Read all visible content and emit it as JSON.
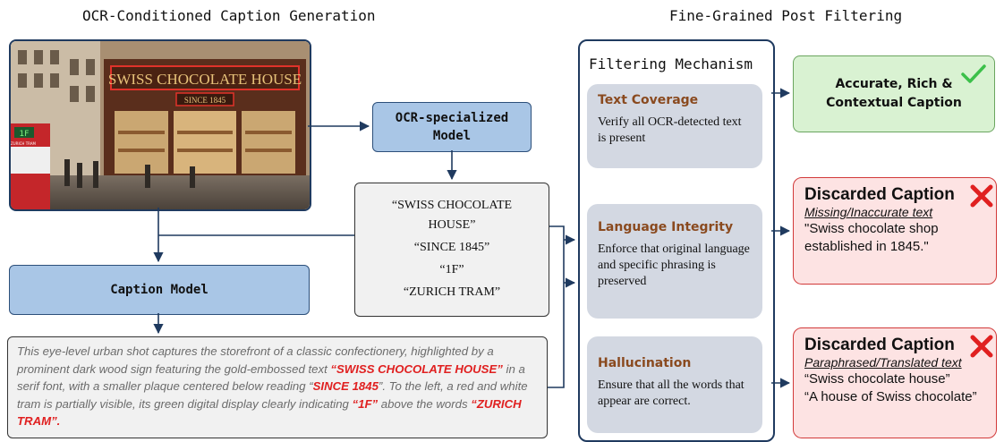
{
  "left_title": "OCR-Conditioned Caption Generation",
  "right_title": "Fine-Grained Post Filtering",
  "ocr_model_label": "OCR-specialized Model",
  "caption_model_label": "Caption Model",
  "photo": {
    "sign_text": "SWISS CHOCOLATE HOUSE",
    "plaque_text": "SINCE 1845",
    "tram_display": "1F",
    "tram_words": "ZURICH TRAM"
  },
  "ocr_results": [
    "“SWISS CHOCOLATE HOUSE”",
    "“SINCE 1845”",
    "“1F”",
    "“ZURICH TRAM”"
  ],
  "generated_caption": {
    "p1": "This eye-level urban shot captures the storefront of a classic confectionery, highlighted by a prominent dark wood sign featuring the gold-embossed text ",
    "h1": "“SWISS CHOCOLATE HOUSE”",
    "p2": " in a serif font, with a smaller plaque centered below reading “",
    "h2": "SINCE 1845",
    "p3": "”. To the left, a red and white tram is partially visible, its green digital display clearly indicating ",
    "h3": "“1F”",
    "p4": " above the words ",
    "h4": "“ZURICH TRAM”.",
    "colors": {
      "text": "#6b6b6b",
      "highlight": "#e02020"
    }
  },
  "filtering": {
    "title": "Filtering Mechanism",
    "cards": [
      {
        "name": "Text Coverage",
        "desc": "Verify all OCR-detected text is present"
      },
      {
        "name": "Language Integrity",
        "desc": "Enforce that original language and specific phrasing is preserved"
      },
      {
        "name": "Hallucination",
        "desc": "Ensure that all the words that appear are correct."
      }
    ]
  },
  "outcomes": {
    "accepted": {
      "line1": "Accurate, Rich &",
      "line2": "Contextual Caption",
      "icon": "check-icon",
      "color": "#3cc04a"
    },
    "discarded": [
      {
        "title": "Discarded Caption",
        "reason": "Missing/Inaccurate text",
        "examples": [
          "\"Swiss chocolate shop established in 1845.\""
        ],
        "icon": "cross-icon",
        "color": "#e02020"
      },
      {
        "title": "Discarded Caption",
        "reason": "Paraphrased/Translated text",
        "examples": [
          "“Swiss chocolate house”",
          "“A house of Swiss chocolate”"
        ],
        "icon": "cross-icon",
        "color": "#e02020"
      }
    ]
  }
}
